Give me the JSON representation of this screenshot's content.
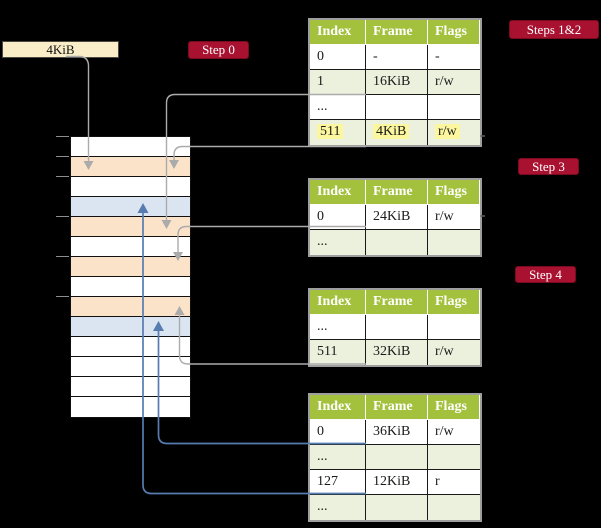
{
  "frame_box": {
    "label": "4KiB"
  },
  "badges": {
    "step0": "Step 0",
    "steps12": "Steps 1&2",
    "step3": "Step 3",
    "step4": "Step 4"
  },
  "memory_stack": {
    "rows": [
      "plain",
      "frame-peach",
      "plain",
      "frame-blue",
      "frame-peach",
      "plain",
      "frame-peach",
      "plain",
      "frame-peach",
      "frame-blue",
      "plain",
      "plain",
      "plain",
      "plain"
    ]
  },
  "tables": [
    {
      "name": "page-table-steps-1-2",
      "columns": [
        "Index",
        "Frame",
        "Flags"
      ],
      "rows": [
        {
          "cells": [
            "0",
            "-",
            "-"
          ],
          "shaded": false,
          "highlighted": false
        },
        {
          "cells": [
            "1",
            "16KiB",
            "r/w"
          ],
          "shaded": true,
          "highlighted": false
        },
        {
          "cells": [
            "...",
            "",
            ""
          ],
          "shaded": false,
          "highlighted": false
        },
        {
          "cells": [
            "511",
            "4KiB",
            "r/w"
          ],
          "shaded": true,
          "highlighted": true
        }
      ]
    },
    {
      "name": "page-table-step-3",
      "columns": [
        "Index",
        "Frame",
        "Flags"
      ],
      "rows": [
        {
          "cells": [
            "0",
            "24KiB",
            "r/w"
          ],
          "shaded": false,
          "highlighted": false
        },
        {
          "cells": [
            "...",
            "",
            ""
          ],
          "shaded": true,
          "highlighted": false
        }
      ]
    },
    {
      "name": "page-table-step-4",
      "columns": [
        "Index",
        "Frame",
        "Flags"
      ],
      "rows": [
        {
          "cells": [
            "...",
            "",
            ""
          ],
          "shaded": false,
          "highlighted": false
        },
        {
          "cells": [
            "511",
            "32KiB",
            "r/w"
          ],
          "shaded": true,
          "highlighted": false
        }
      ]
    },
    {
      "name": "page-table-final",
      "columns": [
        "Index",
        "Frame",
        "Flags"
      ],
      "rows": [
        {
          "cells": [
            "0",
            "36KiB",
            "r/w"
          ],
          "shaded": false,
          "highlighted": false
        },
        {
          "cells": [
            "...",
            "",
            ""
          ],
          "shaded": true,
          "highlighted": false
        },
        {
          "cells": [
            "127",
            "12KiB",
            "r"
          ],
          "shaded": false,
          "highlighted": false
        },
        {
          "cells": [
            "...",
            "",
            ""
          ],
          "shaded": true,
          "highlighted": false
        }
      ]
    }
  ],
  "connectors": [
    {
      "from": "frame-size-box-4KiB",
      "to": "memory-row-2",
      "color": "gray"
    },
    {
      "from": "table-1-row-1-16KiB",
      "to": "memory-row-5",
      "color": "gray"
    },
    {
      "from": "table-1-row-511-4KiB",
      "to": "memory-row-2",
      "color": "gray"
    },
    {
      "from": "table-2-row-0-24KiB",
      "to": "memory-row-7",
      "color": "gray"
    },
    {
      "from": "table-3-row-511-32KiB",
      "to": "memory-row-9",
      "color": "gray"
    },
    {
      "from": "table-4-row-0-36KiB",
      "to": "memory-row-10",
      "color": "blue"
    },
    {
      "from": "table-4-row-127-12KiB",
      "to": "memory-row-4",
      "color": "blue"
    }
  ],
  "colors": {
    "header_green": "#a3c13c",
    "row_green": "#ebf1dd",
    "frame_peach": "#fbe3c9",
    "frame_blue": "#dbe5f2",
    "badge_red": "#a81230",
    "highlight_yellow": "#fcf79e",
    "frame_box_fill": "#faeec9",
    "connector_gray": "#ababab",
    "connector_blue": "#567cb0"
  }
}
